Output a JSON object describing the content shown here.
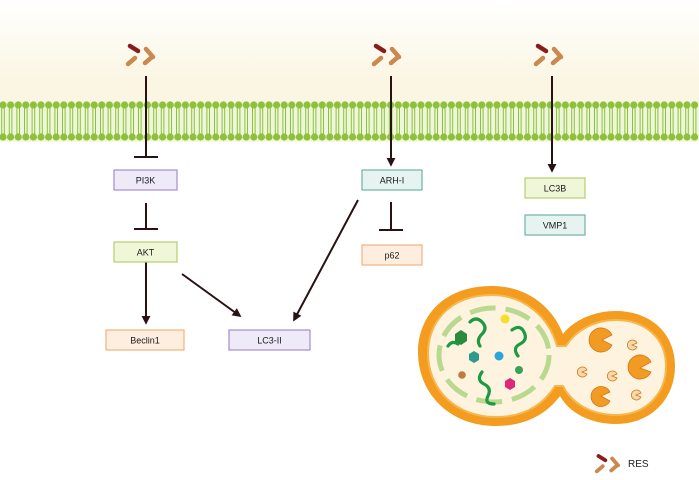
{
  "nodes": {
    "pi3k": "PI3K",
    "akt": "AKT",
    "beclin1": "Beclin1",
    "lc3ii": "LC3-II",
    "arhi": "ARH-I",
    "p62": "p62",
    "lc3b": "LC3B",
    "vmp1": "VMP1"
  },
  "legend": {
    "label": "RES"
  },
  "colors": {
    "arrow": "#2a1214",
    "membrane_green": "#8ec13a",
    "membrane_bg": "#fbf7e6",
    "res_dark": "#8a1c1c",
    "res_light": "#c9894f",
    "box_purple_fill": "#eeeaf8",
    "box_purple_stroke": "#a78bd4",
    "box_lime_fill": "#f0f6d8",
    "box_lime_stroke": "#b6d06a",
    "box_peach_fill": "#fdeee0",
    "box_peach_stroke": "#f2b27c",
    "box_teal_fill": "#e6f3f0",
    "box_teal_stroke": "#6fb5a5",
    "autophagosome_orange": "#f39c1f"
  }
}
